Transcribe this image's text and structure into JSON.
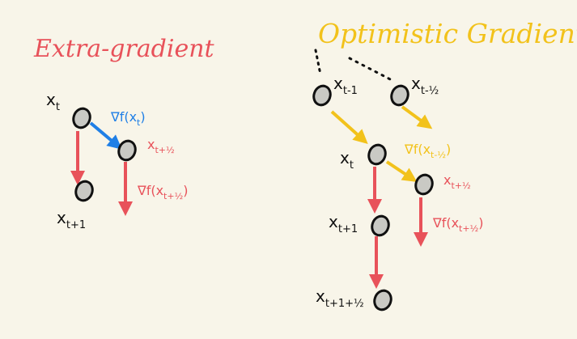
{
  "titles": {
    "left": "Extra-gradient",
    "right": "Optimistic Gradient"
  },
  "labels": {
    "left_xt": "x",
    "left_xt_sub": "t",
    "left_grad_xt": "∇f(x",
    "left_grad_xt_sub": "t",
    "left_xt_half": "x",
    "left_xt_half_sub": "t+½",
    "left_grad_xt_half": "∇f(x",
    "left_grad_xt_half_sub": "t+½",
    "left_xt1": "x",
    "left_xt1_sub": "t+1",
    "right_xt_m1": "x",
    "right_xt_m1_sub": "t-1",
    "right_xt_mhalf": "x",
    "right_xt_mhalf_sub": "t-½",
    "right_xt": "x",
    "right_xt_sub": "t",
    "right_grad_xt_mhalf": "∇f(x",
    "right_grad_xt_mhalf_sub": "t-½",
    "right_xt_half": "x",
    "right_xt_half_sub": "t+½",
    "right_grad_xt_half": "∇f(x",
    "right_grad_xt_half_sub": "t+½",
    "right_xt1": "x",
    "right_xt1_sub": "t+1",
    "right_xt1half": "x",
    "right_xt1half_sub": "t+1+½"
  },
  "colors": {
    "background": "#f8f5e9",
    "red": "#e8525a",
    "blue": "#1f7fe6",
    "gold": "#f2c21b",
    "ink": "#111111",
    "node_fill": "#c9c9c4"
  }
}
